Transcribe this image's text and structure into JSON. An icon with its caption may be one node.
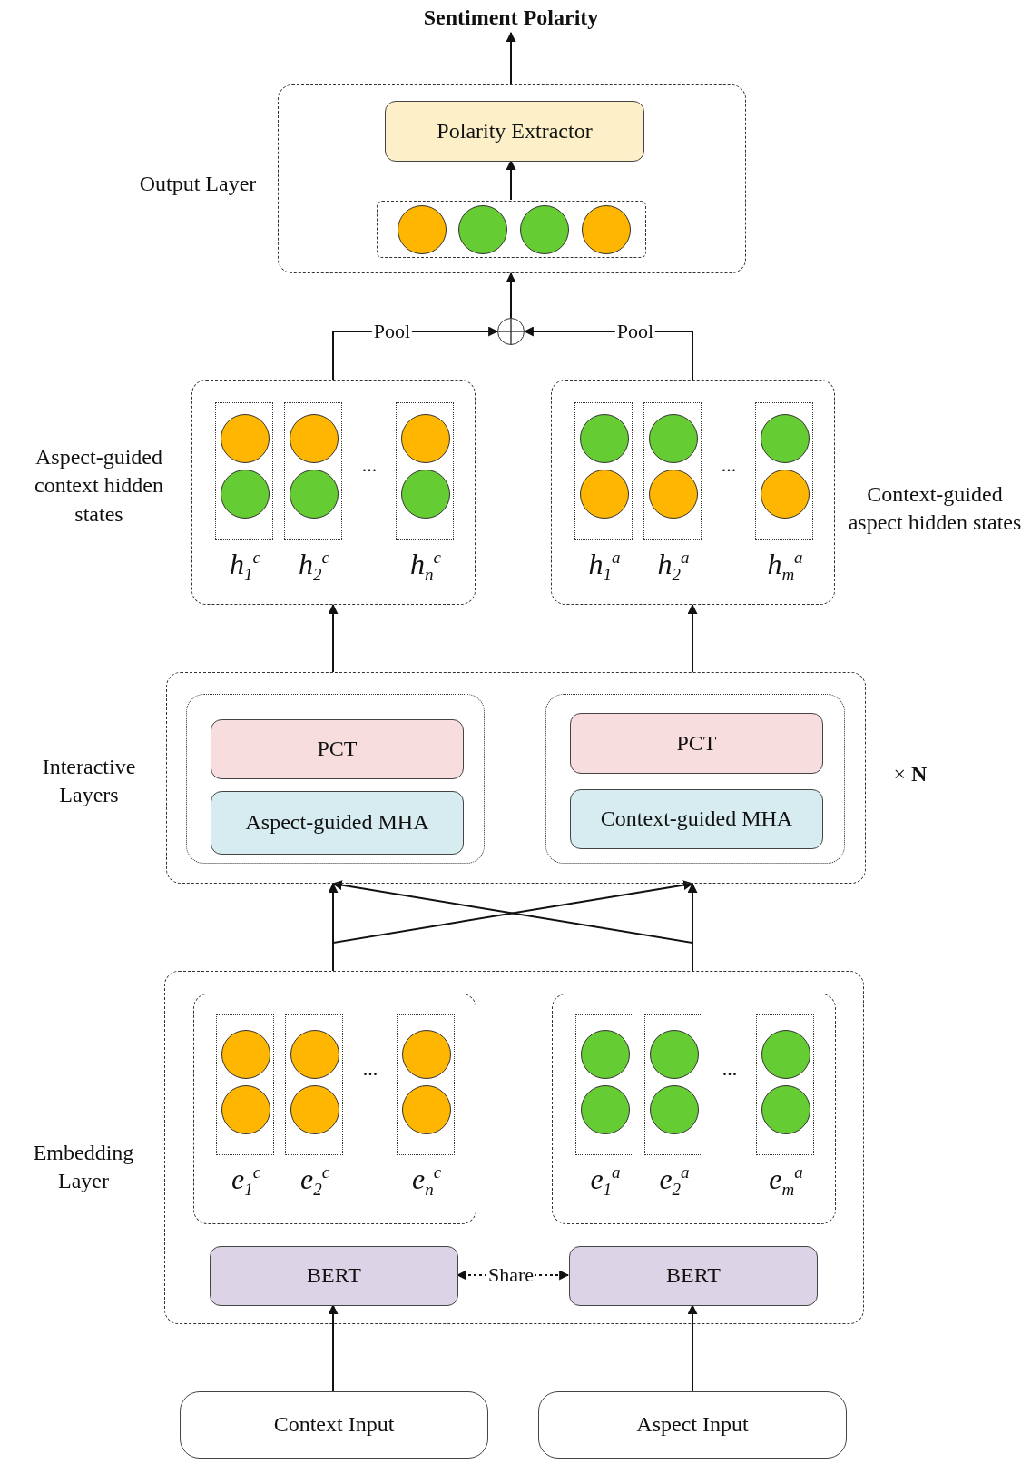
{
  "diagram": {
    "nodes": [
      {
        "text": [
          "Sentiment Polarity"
        ]
      },
      {
        "text": [],
        "beside": [
          "Output Layer"
        ],
        "shape": "box"
      },
      {
        "text": [
          "Polarity Extractor"
        ],
        "in": 1
      },
      {
        "text": [],
        "shape": "box",
        "in": 1
      },
      {
        "text": [],
        "shape": "circle",
        "in": 3
      },
      {
        "text": [],
        "shape": "circle",
        "in": 3
      },
      {
        "text": [],
        "shape": "circle",
        "in": 3
      },
      {
        "text": [],
        "shape": "circle",
        "in": 3
      },
      {
        "text": [],
        "shape": "circle"
      },
      {
        "text": [],
        "beside": [
          "Aspect-guided context hidden states"
        ],
        "shape": "box"
      },
      {
        "text": [
          "h$_{1}$$^{c}$"
        ],
        "in": 9
      },
      {
        "text": [],
        "shape": "circle",
        "in": 10
      },
      {
        "text": [],
        "shape": "circle",
        "in": 10
      },
      {
        "text": [
          "h$_{2}$$^{c}$"
        ],
        "in": 9
      },
      {
        "text": [],
        "shape": "circle",
        "in": 13
      },
      {
        "text": [],
        "shape": "circle",
        "in": 13
      },
      {
        "text": [
          "..."
        ],
        "in": 9
      },
      {
        "text": [
          "h$_{n}$$^{c}$"
        ],
        "in": 9
      },
      {
        "text": [],
        "shape": "circle",
        "in": 17
      },
      {
        "text": [],
        "shape": "circle",
        "in": 17
      },
      {
        "text": [],
        "beside": [
          "Context-guided aspect hidden states"
        ],
        "shape": "box"
      },
      {
        "text": [
          "h$_{1}$$^{a}$"
        ],
        "in": 20
      },
      {
        "text": [],
        "shape": "circle",
        "in": 21
      },
      {
        "text": [],
        "shape": "circle",
        "in": 21
      },
      {
        "text": [
          "h$_{2}$$^{a}$"
        ],
        "in": 20
      },
      {
        "text": [],
        "shape": "circle",
        "in": 24
      },
      {
        "text": [],
        "shape": "circle",
        "in": 24
      },
      {
        "text": [
          "..."
        ],
        "in": 20
      },
      {
        "text": [
          "h$_{m}$$^{a}$"
        ],
        "in": 20
      },
      {
        "text": [],
        "shape": "circle",
        "in": 28
      },
      {
        "text": [],
        "shape": "circle",
        "in": 28
      },
      {
        "text": [],
        "beside": [
          "Interactive Layers",
          "× **N**"
        ],
        "shape": "box"
      },
      {
        "text": [],
        "shape": "box",
        "in": 31
      },
      {
        "text": [
          "PCT"
        ],
        "in": 32
      },
      {
        "text": [
          "Aspect-guided MHA"
        ],
        "in": 32
      },
      {
        "text": [],
        "shape": "box",
        "in": 31
      },
      {
        "text": [
          "PCT"
        ],
        "in": 35
      },
      {
        "text": [
          "Context-guided MHA"
        ],
        "in": 35
      },
      {
        "text": [],
        "beside": [
          "Embedding Layer"
        ],
        "shape": "box"
      },
      {
        "text": [],
        "shape": "box",
        "in": 38
      },
      {
        "text": [
          "e$_{1}$$^{c}$"
        ],
        "in": 39
      },
      {
        "text": [],
        "shape": "circle",
        "in": 40
      },
      {
        "text": [],
        "shape": "circle",
        "in": 40
      },
      {
        "text": [
          "e$_{2}$$^{c}$"
        ],
        "in": 39
      },
      {
        "text": [],
        "shape": "circle",
        "in": 43
      },
      {
        "text": [],
        "shape": "circle",
        "in": 43
      },
      {
        "text": [
          "..."
        ],
        "in": 39
      },
      {
        "text": [
          "e$_{n}$$^{c}$"
        ],
        "in": 39
      },
      {
        "text": [],
        "shape": "circle",
        "in": 47
      },
      {
        "text": [],
        "shape": "circle",
        "in": 47
      },
      {
        "text": [],
        "shape": "box",
        "in": 38
      },
      {
        "text": [
          "e$_{1}$$^{a}$"
        ],
        "in": 50
      },
      {
        "text": [],
        "shape": "circle",
        "in": 51
      },
      {
        "text": [],
        "shape": "circle",
        "in": 51
      },
      {
        "text": [
          "e$_{2}$$^{a}$"
        ],
        "in": 50
      },
      {
        "text": [],
        "shape": "circle",
        "in": 54
      },
      {
        "text": [],
        "shape": "circle",
        "in": 54
      },
      {
        "text": [
          "..."
        ],
        "in": 50
      },
      {
        "text": [
          "e$_{m}$$^{a}$"
        ],
        "in": 50
      },
      {
        "text": [],
        "shape": "circle",
        "in": 58
      },
      {
        "text": [],
        "shape": "circle",
        "in": 58
      },
      {
        "text": [
          "BERT"
        ],
        "in": 38
      },
      {
        "text": [
          "BERT"
        ],
        "in": 38
      },
      {
        "text": [
          "Context Input"
        ]
      },
      {
        "text": [
          "Aspect Input"
        ]
      }
    ],
    "edges": [
      {
        "from": 63,
        "to": 61,
        "arrow": "to"
      },
      {
        "from": 64,
        "to": 62,
        "arrow": "to"
      },
      {
        "from": 61,
        "to": 62,
        "arrow": "both",
        "label": "Share",
        "style": "dashed"
      },
      {
        "from": 38,
        "to": 31,
        "arrow": "to"
      },
      {
        "from": 38,
        "to": 31,
        "arrow": "to"
      },
      {
        "from": 38,
        "to": 31,
        "arrow": "to"
      },
      {
        "from": 38,
        "to": 31,
        "arrow": "to"
      },
      {
        "from": 31,
        "to": 9,
        "arrow": "to"
      },
      {
        "from": 31,
        "to": 20,
        "arrow": "to"
      },
      {
        "from": 9,
        "to": 8,
        "arrow": "to",
        "label": "Pool"
      },
      {
        "from": 20,
        "to": 8,
        "arrow": "to",
        "label": "Pool"
      },
      {
        "from": 8,
        "to": 1,
        "arrow": "to"
      },
      {
        "from": 3,
        "to": 2,
        "arrow": "to"
      },
      {
        "from": 1,
        "to": 0,
        "arrow": "to"
      }
    ]
  }
}
